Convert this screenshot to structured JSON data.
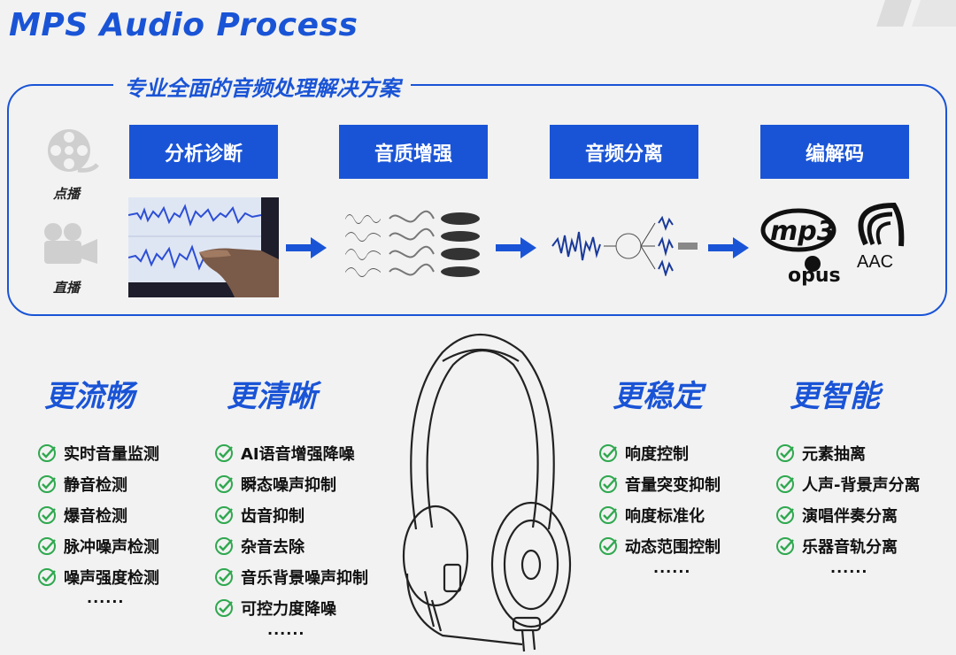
{
  "header": {
    "title": "MPS Audio Process"
  },
  "panel": {
    "title": "专业全面的音频处理解决方案",
    "vod_label": "点播",
    "live_label": "直播",
    "steps": [
      {
        "label": "分析诊断"
      },
      {
        "label": "音质增强"
      },
      {
        "label": "音频分离"
      },
      {
        "label": "编解码"
      }
    ],
    "codecs": {
      "mp3": "mp3",
      "aac": "AAC",
      "opus": "opus"
    }
  },
  "features": [
    {
      "title": "更流畅",
      "items": [
        "实时音量监测",
        "静音检测",
        "爆音检测",
        "脉冲噪声检测",
        "噪声强度检测"
      ],
      "more": "......"
    },
    {
      "title": "更清晰",
      "items": [
        "AI语音增强降噪",
        "瞬态噪声抑制",
        "齿音抑制",
        "杂音去除",
        "音乐背景噪声抑制",
        "可控力度降噪"
      ],
      "more": "......"
    },
    {
      "title": "更稳定",
      "items": [
        "响度控制",
        "音量突变抑制",
        "响度标准化",
        "动态范围控制"
      ],
      "more": "......"
    },
    {
      "title": "更智能",
      "items": [
        "元素抽离",
        "人声-背景声分离",
        "演唱伴奏分离",
        "乐器音轨分离"
      ],
      "more": "......"
    }
  ],
  "colors": {
    "accent": "#1a54d6",
    "check": "#2fa84f",
    "background": "#f2f2f2"
  }
}
